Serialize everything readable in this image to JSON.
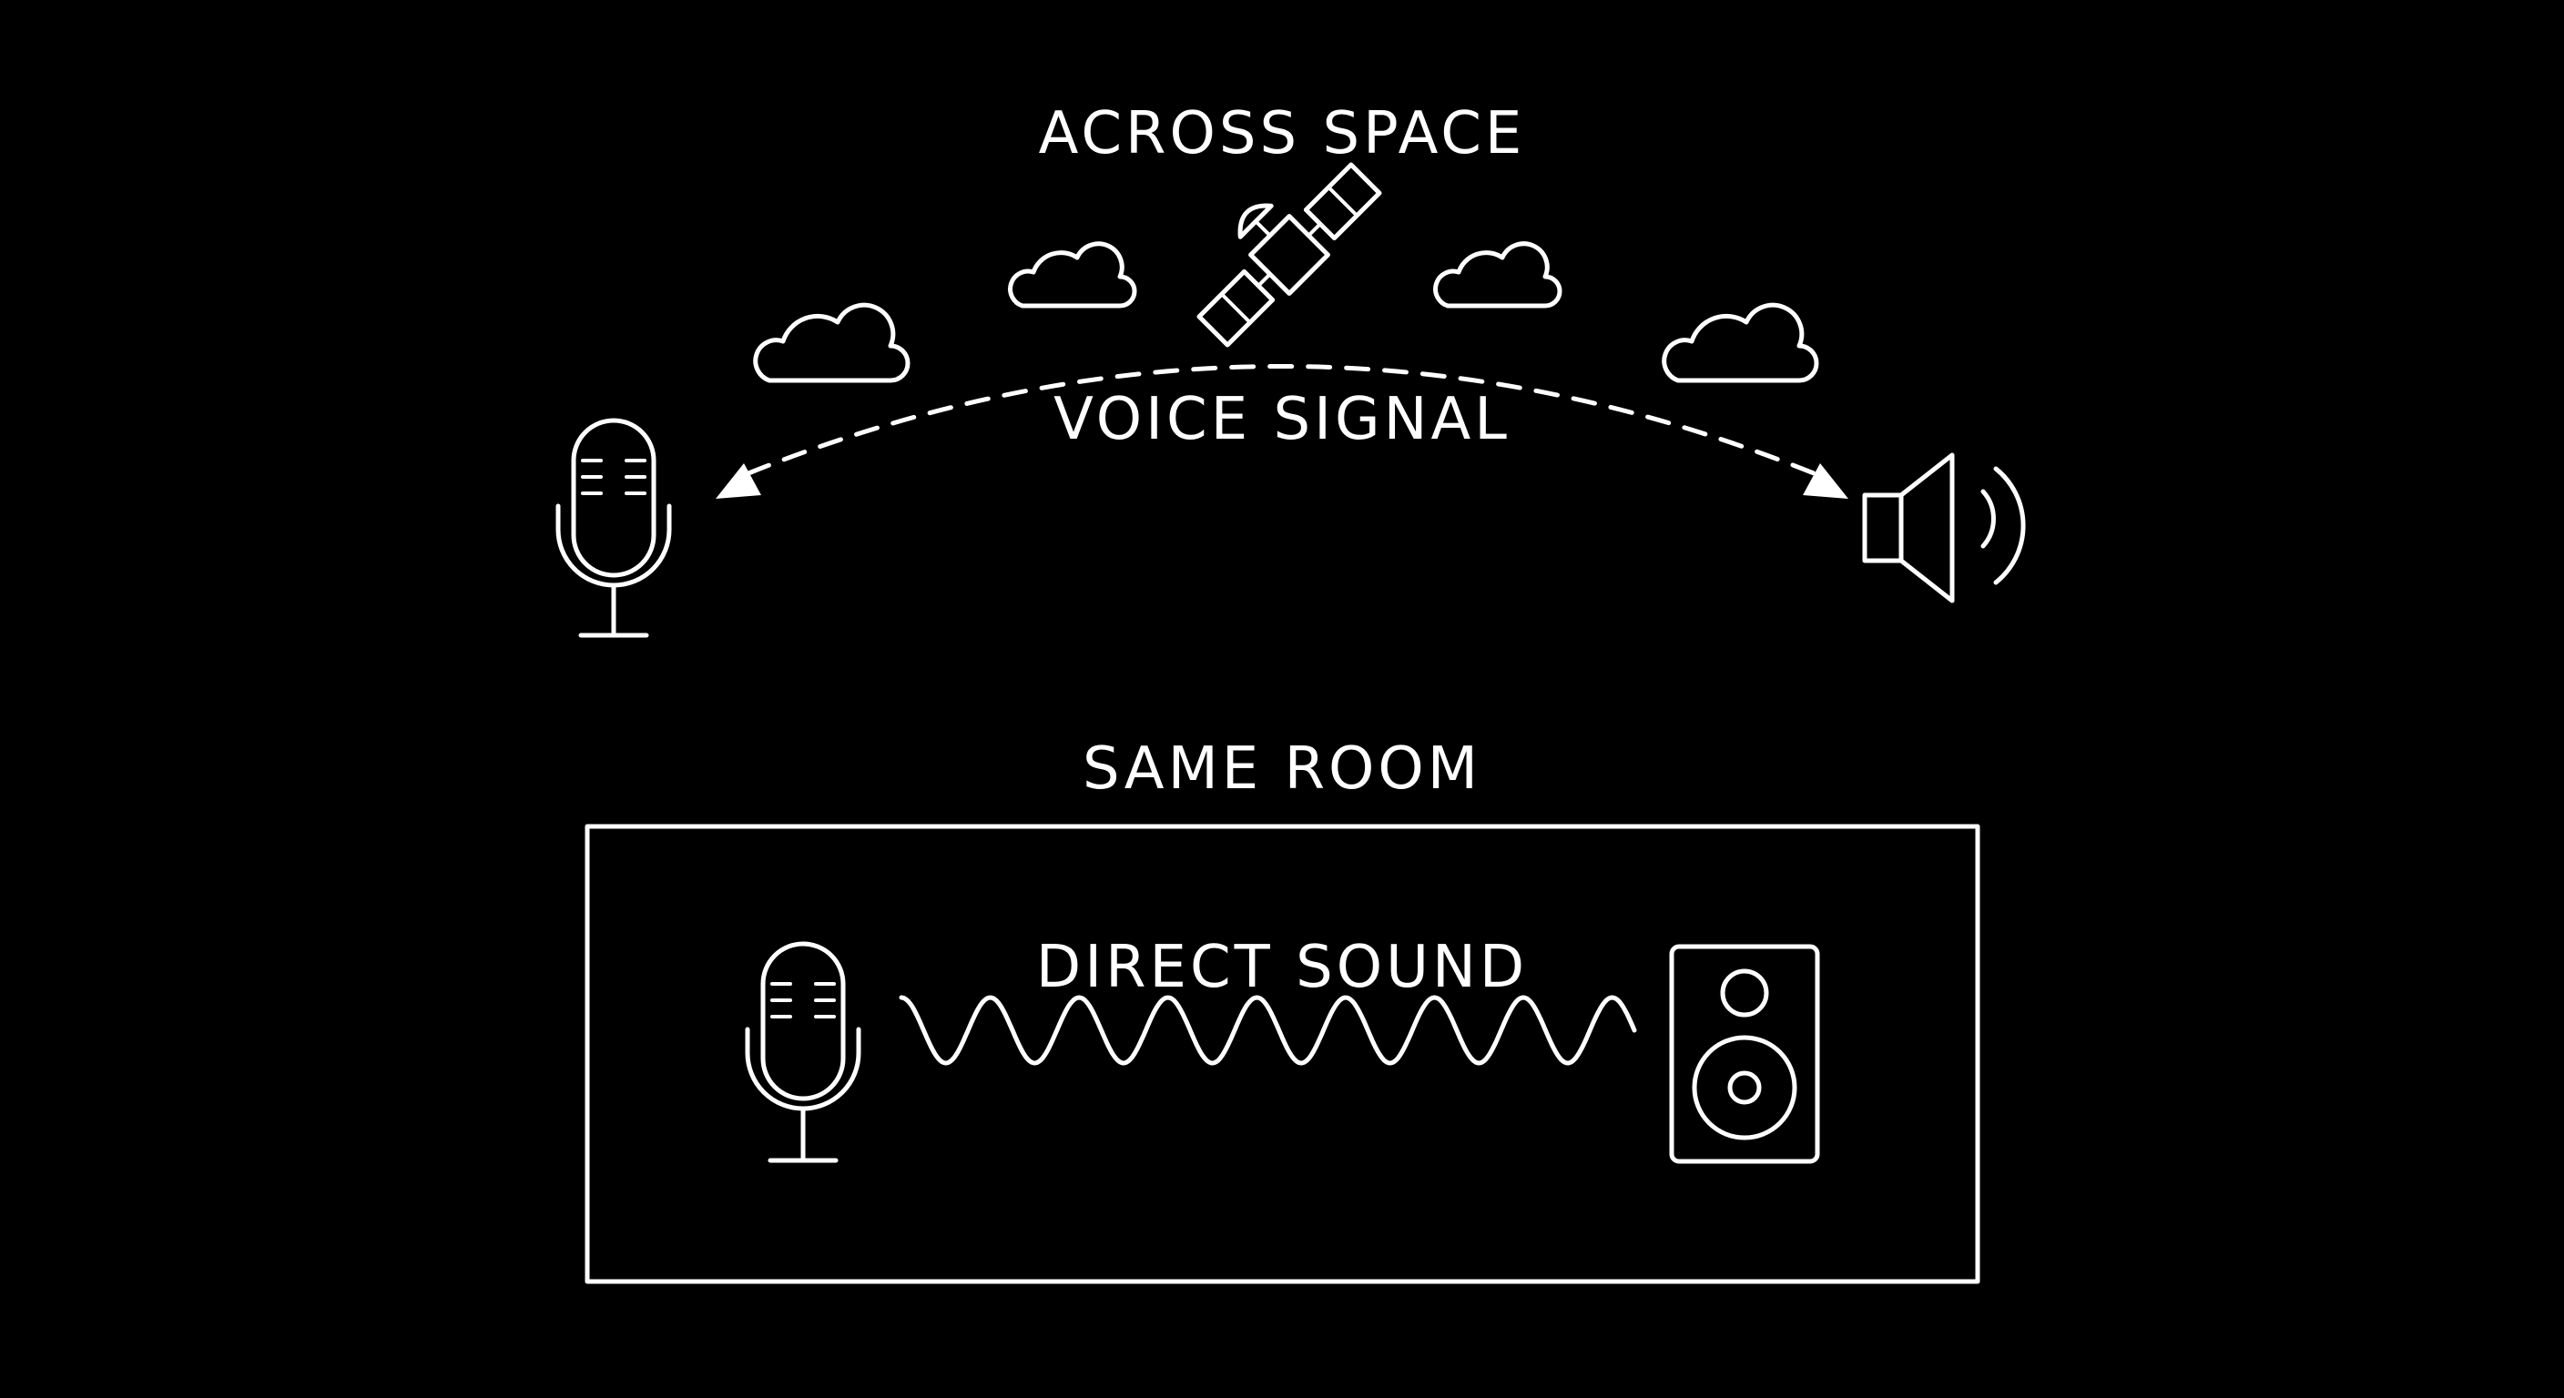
{
  "diagram": {
    "top_section": {
      "title": "ACROSS SPACE",
      "signal_label": "VOICE SIGNAL"
    },
    "bottom_section": {
      "title": "SAME ROOM",
      "sound_label": "DIRECT SOUND"
    }
  },
  "icons": {
    "top_left": "microphone-icon",
    "top_right": "speaker-volume-icon",
    "top_center": "satellite-icon",
    "clouds": "cloud-icon",
    "bottom_left": "microphone-icon",
    "bottom_right": "loudspeaker-box-icon",
    "wave": "sine-wave"
  },
  "colors": {
    "background": "#000000",
    "foreground": "#ffffff"
  }
}
